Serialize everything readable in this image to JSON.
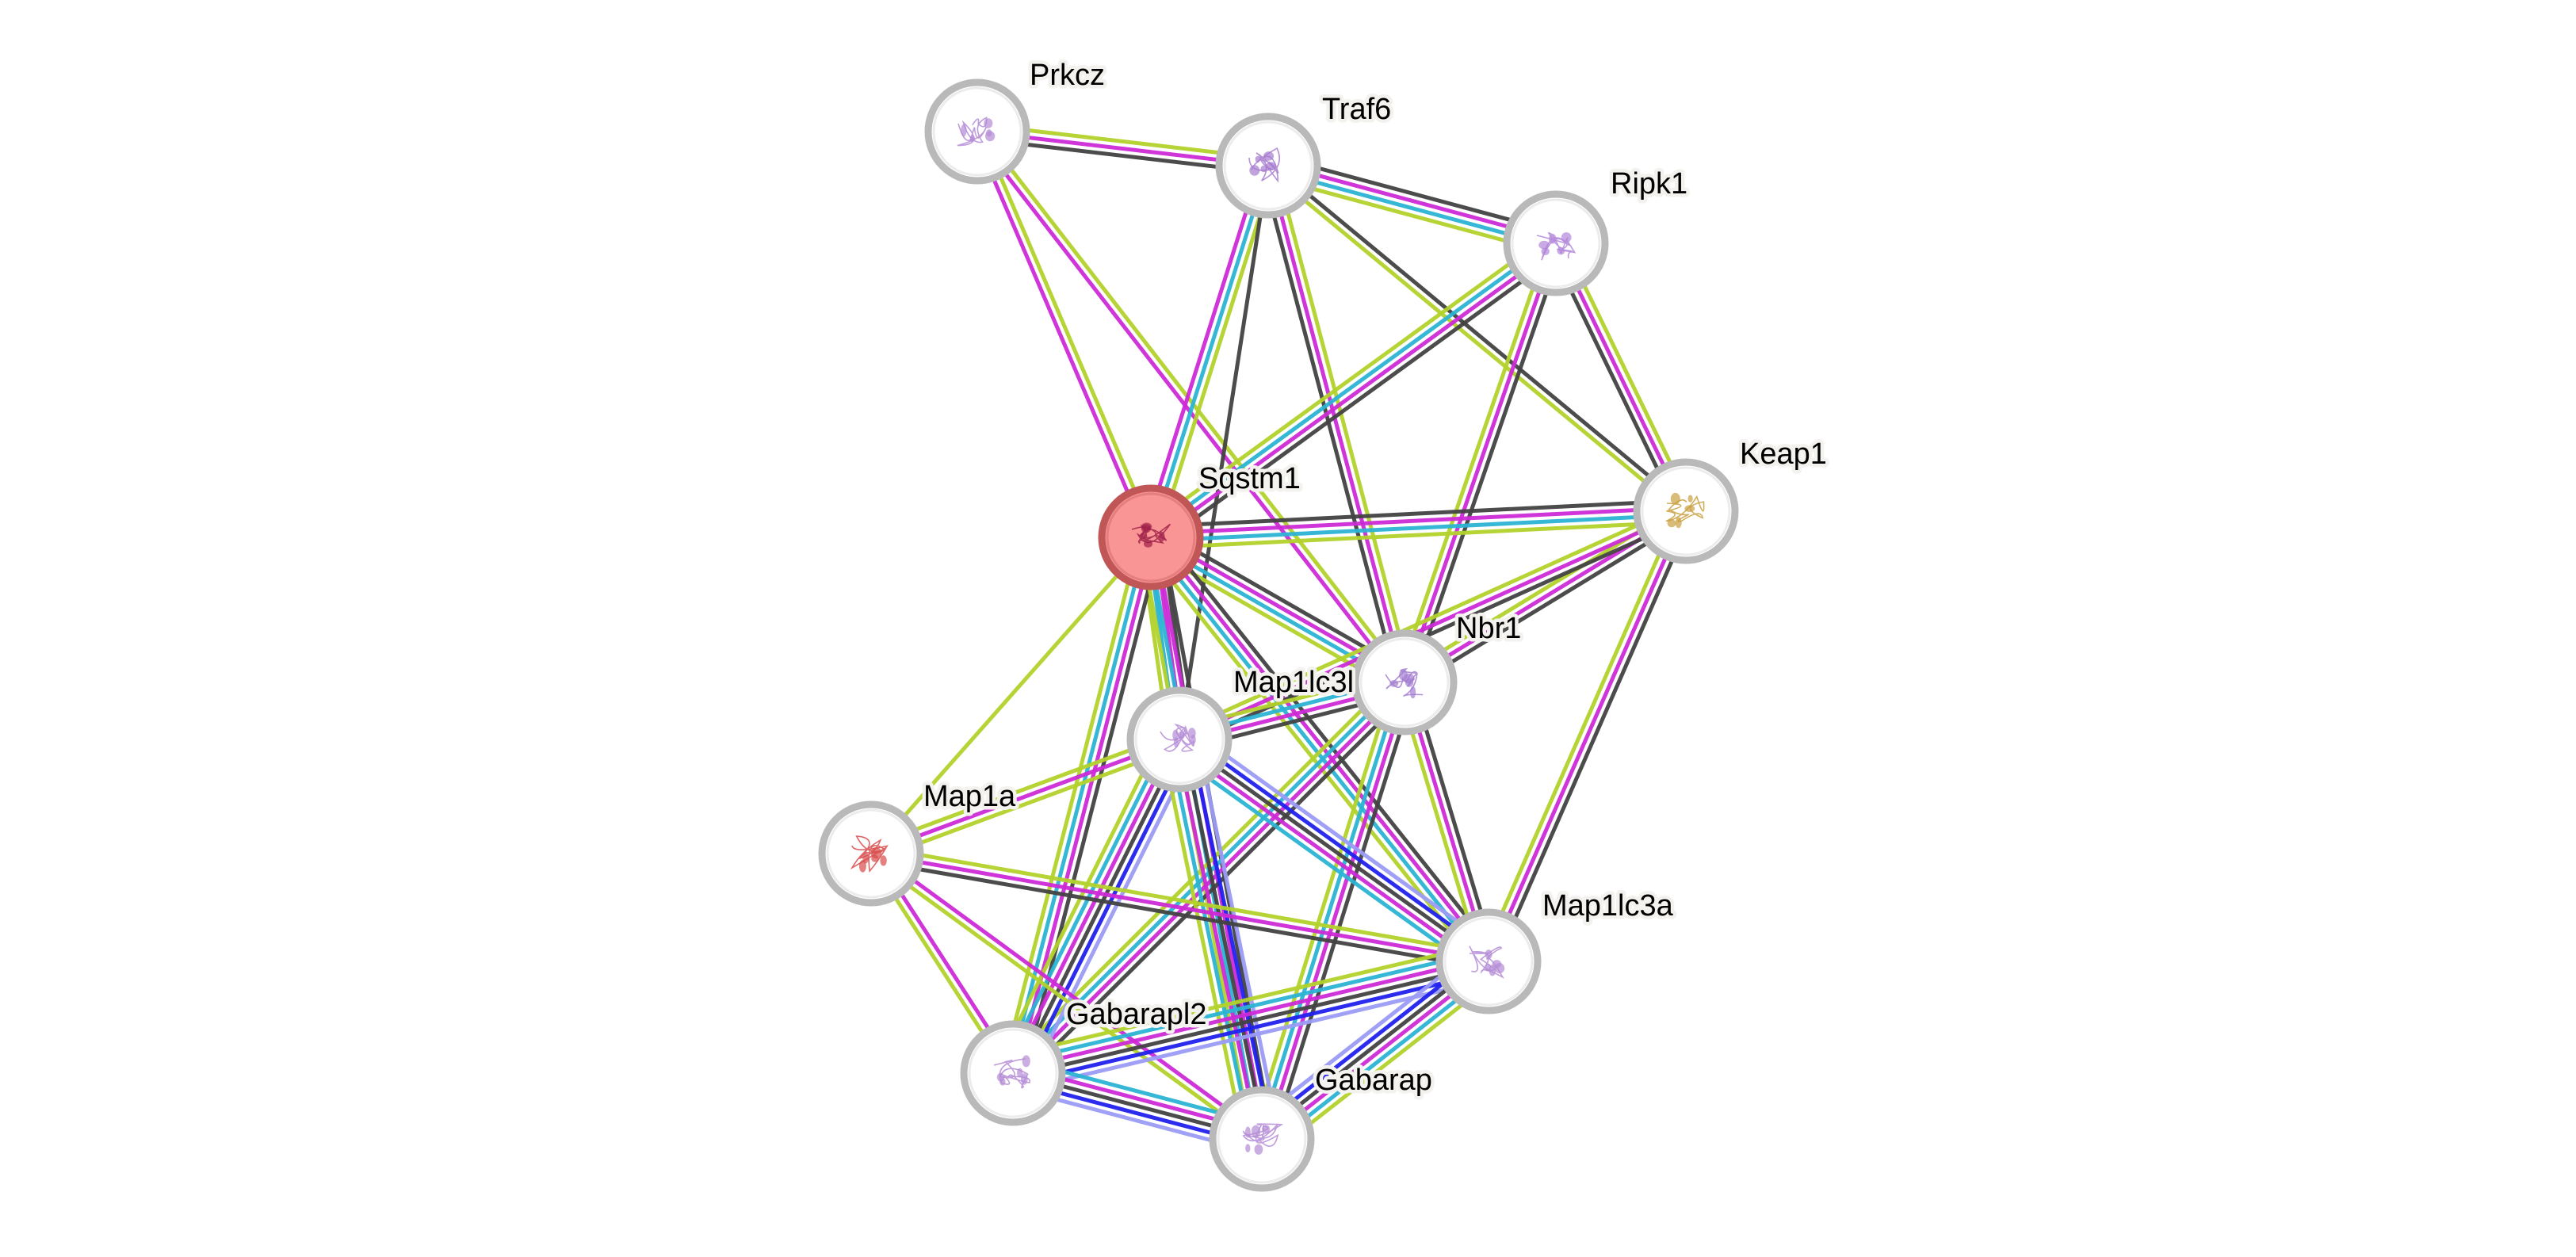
{
  "network": {
    "query_node": "Sqstm1",
    "channel_colors": {
      "textmining": "#b3d22c",
      "experiments": "#cc2ad6",
      "databases": "#2bb3d3",
      "coexpression": "#424242",
      "neighborhood": "#2121ee",
      "homology": "#9b9cf6"
    },
    "node_style": {
      "ring_color": "#b9b9b9",
      "node_fill": "#ffffff",
      "query_fill": "#f99595",
      "query_ring": "#c05656"
    },
    "nodes": [
      {
        "id": "Prkcz",
        "label": "Prkcz",
        "structure_color": "#b48bd6"
      },
      {
        "id": "Traf6",
        "label": "Traf6",
        "structure_color": "#a77ccf"
      },
      {
        "id": "Ripk1",
        "label": "Ripk1",
        "structure_color": "#b286da"
      },
      {
        "id": "Keap1",
        "label": "Keap1",
        "structure_color": "#c9a040"
      },
      {
        "id": "Sqstm1",
        "label": "Sqstm1",
        "structure_color": "#a0224a"
      },
      {
        "id": "Nbr1",
        "label": "Nbr1",
        "structure_color": "#a47ed0"
      },
      {
        "id": "Map1lc3b",
        "label": "Map1lc3l",
        "structure_color": "#b48bd6"
      },
      {
        "id": "Map1a",
        "label": "Map1a",
        "structure_color": "#d94a4a"
      },
      {
        "id": "Map1lc3a",
        "label": "Map1lc3a",
        "structure_color": "#b48bd6"
      },
      {
        "id": "Gabarapl2",
        "label": "Gabarapl2",
        "structure_color": "#b48bd6"
      },
      {
        "id": "Gabarap",
        "label": "Gabarap",
        "structure_color": "#b48bd6"
      }
    ],
    "edges": [
      {
        "source": "Prkcz",
        "target": "Traf6",
        "channels": [
          "textmining",
          "experiments",
          "coexpression"
        ]
      },
      {
        "source": "Prkcz",
        "target": "Sqstm1",
        "channels": [
          "textmining",
          "experiments"
        ]
      },
      {
        "source": "Prkcz",
        "target": "Nbr1",
        "channels": [
          "textmining",
          "experiments"
        ]
      },
      {
        "source": "Traf6",
        "target": "Ripk1",
        "channels": [
          "coexpression",
          "experiments",
          "databases",
          "textmining"
        ]
      },
      {
        "source": "Traf6",
        "target": "Sqstm1",
        "channels": [
          "textmining",
          "databases",
          "experiments"
        ]
      },
      {
        "source": "Traf6",
        "target": "Map1lc3b",
        "channels": [
          "coexpression"
        ]
      },
      {
        "source": "Traf6",
        "target": "Nbr1",
        "channels": [
          "textmining",
          "experiments",
          "coexpression"
        ]
      },
      {
        "source": "Traf6",
        "target": "Keap1",
        "channels": [
          "coexpression",
          "textmining"
        ]
      },
      {
        "source": "Ripk1",
        "target": "Sqstm1",
        "channels": [
          "coexpression",
          "experiments",
          "databases",
          "textmining"
        ]
      },
      {
        "source": "Ripk1",
        "target": "Nbr1",
        "channels": [
          "coexpression",
          "experiments",
          "textmining"
        ]
      },
      {
        "source": "Ripk1",
        "target": "Keap1",
        "channels": [
          "textmining",
          "experiments",
          "coexpression"
        ]
      },
      {
        "source": "Sqstm1",
        "target": "Keap1",
        "channels": [
          "coexpression",
          "experiments",
          "databases",
          "textmining"
        ]
      },
      {
        "source": "Sqstm1",
        "target": "Nbr1",
        "channels": [
          "coexpression",
          "experiments",
          "databases",
          "textmining"
        ]
      },
      {
        "source": "Sqstm1",
        "target": "Map1lc3b",
        "channels": [
          "coexpression",
          "experiments",
          "databases",
          "textmining"
        ]
      },
      {
        "source": "Sqstm1",
        "target": "Map1a",
        "channels": [
          "textmining"
        ]
      },
      {
        "source": "Sqstm1",
        "target": "Gabarapl2",
        "channels": [
          "coexpression",
          "experiments",
          "databases",
          "textmining"
        ]
      },
      {
        "source": "Sqstm1",
        "target": "Gabarap",
        "channels": [
          "coexpression",
          "experiments",
          "databases",
          "textmining"
        ]
      },
      {
        "source": "Sqstm1",
        "target": "Map1lc3a",
        "channels": [
          "coexpression",
          "experiments",
          "databases",
          "textmining"
        ]
      },
      {
        "source": "Keap1",
        "target": "Nbr1",
        "channels": [
          "coexpression",
          "experiments",
          "textmining"
        ]
      },
      {
        "source": "Keap1",
        "target": "Map1lc3b",
        "channels": [
          "coexpression",
          "experiments",
          "textmining"
        ]
      },
      {
        "source": "Keap1",
        "target": "Map1lc3a",
        "channels": [
          "coexpression",
          "experiments",
          "textmining"
        ]
      },
      {
        "source": "Nbr1",
        "target": "Map1lc3b",
        "channels": [
          "coexpression",
          "experiments",
          "databases",
          "textmining"
        ]
      },
      {
        "source": "Nbr1",
        "target": "Map1lc3a",
        "channels": [
          "coexpression",
          "experiments",
          "textmining"
        ]
      },
      {
        "source": "Nbr1",
        "target": "Gabarapl2",
        "channels": [
          "coexpression",
          "experiments",
          "databases",
          "textmining"
        ]
      },
      {
        "source": "Nbr1",
        "target": "Gabarap",
        "channels": [
          "coexpression",
          "experiments",
          "databases",
          "textmining"
        ]
      },
      {
        "source": "Map1lc3b",
        "target": "Map1a",
        "channels": [
          "textmining",
          "experiments",
          "textmining"
        ]
      },
      {
        "source": "Map1lc3b",
        "target": "Gabarapl2",
        "channels": [
          "homology",
          "neighborhood",
          "coexpression",
          "experiments",
          "databases",
          "textmining"
        ]
      },
      {
        "source": "Map1lc3b",
        "target": "Gabarap",
        "channels": [
          "homology",
          "neighborhood",
          "coexpression",
          "experiments",
          "databases",
          "textmining"
        ]
      },
      {
        "source": "Map1lc3b",
        "target": "Map1lc3a",
        "channels": [
          "homology",
          "neighborhood",
          "coexpression",
          "experiments",
          "databases"
        ]
      },
      {
        "source": "Map1a",
        "target": "Map1lc3a",
        "channels": [
          "textmining",
          "experiments",
          "coexpression"
        ]
      },
      {
        "source": "Map1a",
        "target": "Gabarapl2",
        "channels": [
          "experiments",
          "textmining"
        ]
      },
      {
        "source": "Map1a",
        "target": "Gabarap",
        "channels": [
          "experiments",
          "textmining"
        ]
      },
      {
        "source": "Gabarapl2",
        "target": "Map1lc3a",
        "channels": [
          "textmining",
          "databases",
          "experiments",
          "coexpression",
          "neighborhood",
          "homology"
        ]
      },
      {
        "source": "Gabarapl2",
        "target": "Gabarap",
        "channels": [
          "databases",
          "experiments",
          "coexpression",
          "neighborhood",
          "homology"
        ]
      },
      {
        "source": "Gabarap",
        "target": "Map1lc3a",
        "channels": [
          "homology",
          "neighborhood",
          "coexpression",
          "experiments",
          "databases",
          "textmining"
        ]
      }
    ]
  }
}
